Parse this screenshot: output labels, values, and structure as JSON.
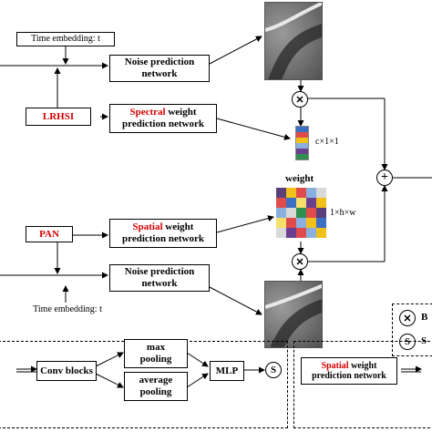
{
  "top": {
    "time_embedding": "Time embedding: t",
    "noise_line1": "Noise prediction",
    "noise_line2": "network",
    "lrhsi": "LRHSI",
    "spectral_word": "Spectral",
    "spectral_rest": " weight",
    "spectral_line2": "prediction network",
    "c_label": "c×1×1"
  },
  "middle": {
    "weight": "weight",
    "hw_label": "1×h×w"
  },
  "bottom": {
    "pan": "PAN",
    "spatial_word": "Spatial",
    "spatial_rest": " weight",
    "spatial_line2": "prediction network",
    "noise_line1": "Noise prediction",
    "noise_line2": "network",
    "time_embedding": "Time embedding: t"
  },
  "legend": {
    "b_letter": "B",
    "s_letter": "S"
  },
  "subnet": {
    "conv": "Conv blocks",
    "max1": "max",
    "max2": "pooling",
    "avg1": "average",
    "avg2": "pooling",
    "mlp": "MLP",
    "s": "S"
  },
  "right_panel": {
    "spatial_word": "Spatial",
    "spatial_rest": " weight",
    "line2": "prediction network"
  },
  "colors": {
    "highlight_red": "#d40000",
    "spectral_bar": [
      "#3a6fc4",
      "#e04b4b",
      "#f2c01b",
      "#8ab0e0",
      "#6b3f8f",
      "#2f8f4e"
    ],
    "spatial_grid": [
      "#5a3f7a",
      "#f2c01b",
      "#e04b4b",
      "#8ab0e0",
      "#d9d9d9",
      "#e04b4b",
      "#3a6fc4",
      "#f5e06b",
      "#6b3f8f",
      "#f2c01b",
      "#8ab0e0",
      "#d9d9d9",
      "#2f8f4e",
      "#e04b4b",
      "#5a3f7a",
      "#f5e06b",
      "#e04b4b",
      "#8ab0e0",
      "#f2c01b",
      "#3a6fc4",
      "#d9d9d9",
      "#6b3f8f",
      "#e04b4b",
      "#8ab0e0",
      "#f2c01b"
    ]
  }
}
